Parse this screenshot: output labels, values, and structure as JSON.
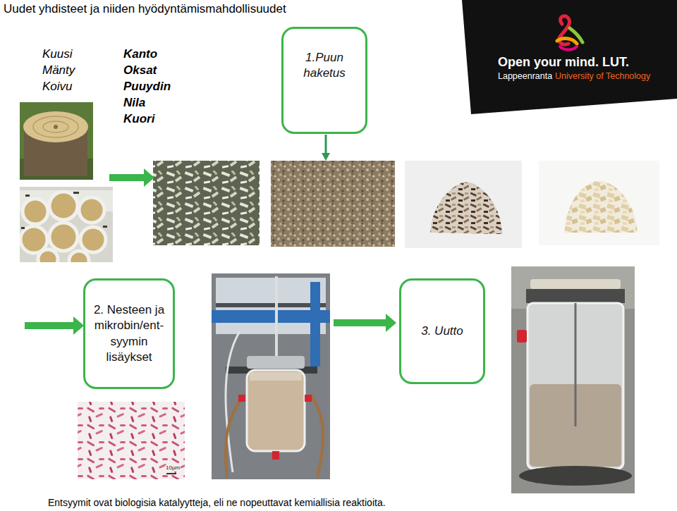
{
  "diagram": {
    "title": "Uudet yhdisteet ja niiden hyödyntämismahdollisuudet",
    "caption": "Entsyymit ovat biologisia katalyytteja, eli ne nopeuttavat kemiallisia reaktioita.",
    "nodes": [
      {
        "text": [
          "1.Puun haketus"
        ]
      },
      {
        "text": [
          "2. Nesteen ja mikrobin/ent-syymin lisäykset"
        ]
      },
      {
        "text": [
          "3. Uutto"
        ]
      }
    ],
    "labels": [
      "Kuusi",
      "Mänty",
      "Koivu",
      "Kanto",
      "Oksat",
      "Puuydin",
      "Nila",
      "Kuori",
      "Open your mind. LUT.",
      "Lappeenranta",
      "University of Technology",
      "10µm"
    ]
  }
}
